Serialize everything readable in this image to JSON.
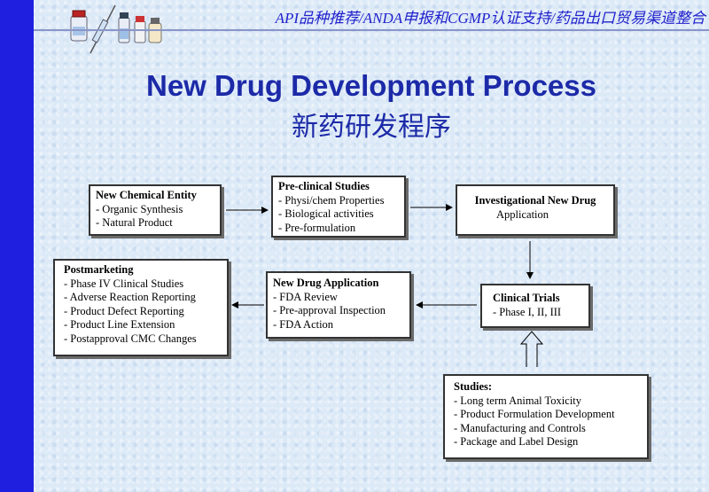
{
  "header": {
    "banner": "API品种推荐/ANDA申报和CGMP认证支持/药品出口贸易渠道整合"
  },
  "title": {
    "english": "New Drug Development Process",
    "chinese": "新药研发程序"
  },
  "boxes": {
    "new_chemical_entity": {
      "title": "New Chemical Entity",
      "items": [
        "- Organic Synthesis",
        "- Natural Product"
      ]
    },
    "preclinical": {
      "title": "Pre-clinical Studies",
      "items": [
        "- Physi/chem Properties",
        "- Biological activities",
        "- Pre-formulation"
      ]
    },
    "ind": {
      "title": "Investigational New Drug",
      "subtitle": "Application"
    },
    "clinical_trials": {
      "title": "Clinical Trials",
      "items": [
        "- Phase I, II, III"
      ]
    },
    "nda": {
      "title": "New Drug Application",
      "items": [
        "- FDA Review",
        "- Pre-approval Inspection",
        "- FDA Action"
      ]
    },
    "postmarketing": {
      "title": "Postmarketing",
      "items": [
        "- Phase IV Clinical Studies",
        "- Adverse Reaction Reporting",
        "- Product Defect Reporting",
        "- Product Line Extension",
        "- Postapproval CMC Changes"
      ]
    },
    "studies": {
      "title": "Studies:",
      "items": [
        "- Long term Animal Toxicity",
        "- Product Formulation Development",
        "- Manufacturing and Controls",
        "- Package and Label Design"
      ]
    }
  },
  "colors": {
    "left_bar": "#1f1fe0",
    "title": "#1c2aa8",
    "header_text": "#2222cc",
    "background": "#dce9f7"
  }
}
